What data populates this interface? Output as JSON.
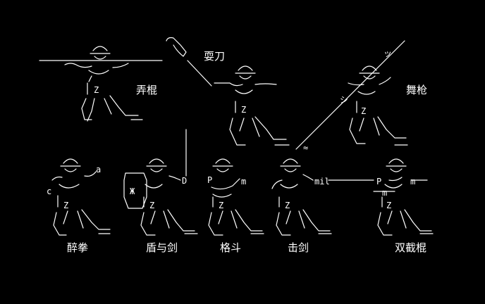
{
  "poses": [
    {
      "id": "nong-gun",
      "label": "弄棍"
    },
    {
      "id": "shua-dao",
      "label": "耍刀"
    },
    {
      "id": "wu-qiang",
      "label": "舞枪"
    },
    {
      "id": "zui-quan",
      "label": "醉拳"
    },
    {
      "id": "dun-yu-jian",
      "label": "盾与剑"
    },
    {
      "id": "ge-dou",
      "label": "格斗"
    },
    {
      "id": "ji-jian",
      "label": "击剑"
    },
    {
      "id": "shuang-jie-gun",
      "label": "双截棍"
    }
  ],
  "glyphs": {
    "a": "a",
    "c": "c",
    "D": "D",
    "P": "P",
    "m": "m",
    "mil": "mil",
    "zh": "Ж",
    "approx": "≈",
    "tsu": "ッ",
    "shi": "シ",
    "m2": "m",
    "m3": "m"
  }
}
